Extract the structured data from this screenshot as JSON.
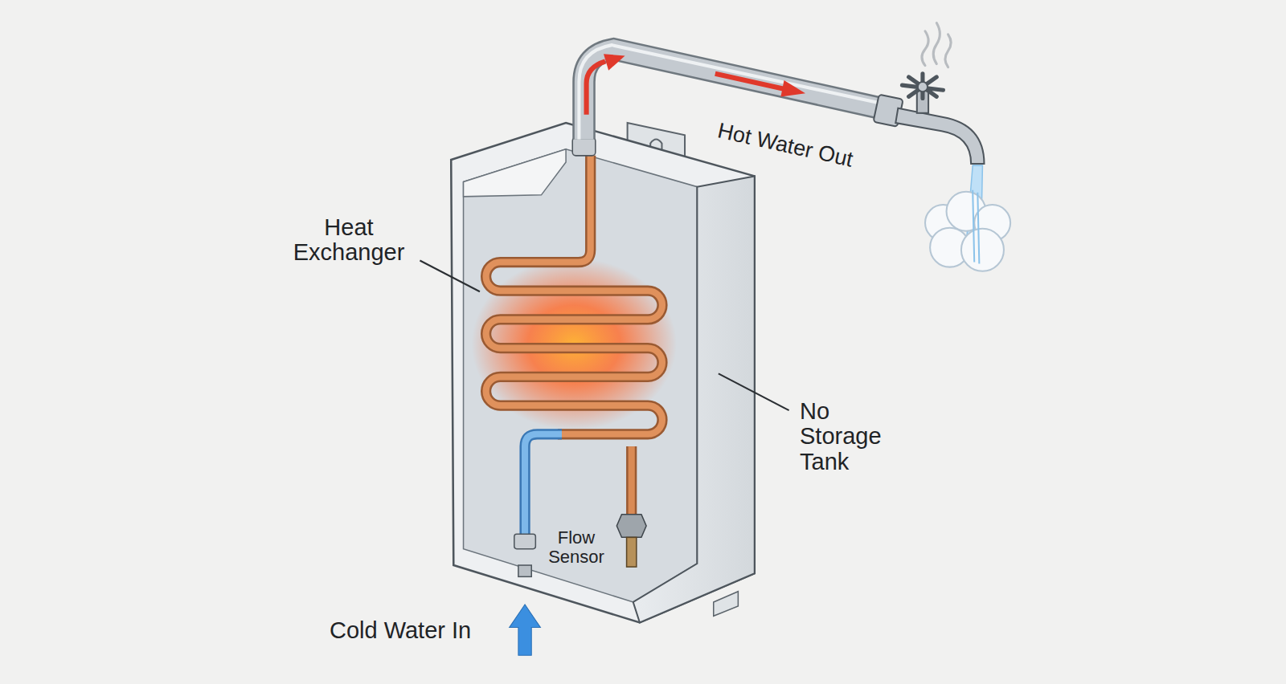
{
  "diagram": {
    "labels": [
      "Hot Water Out",
      "Heat Exchanger",
      "No Storage Tank",
      "Flow Sensor",
      "Cold Water In"
    ]
  }
}
